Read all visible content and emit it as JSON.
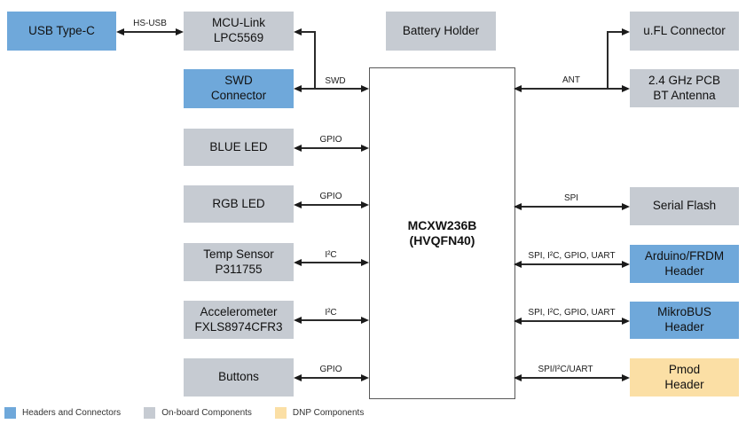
{
  "nodes": {
    "usb_type_c": {
      "label": "USB Type-C",
      "color": "#6fa8da"
    },
    "mcu_link": {
      "label": "MCU-Link\nLPC5569",
      "color": "#c6cbd2"
    },
    "swd_connector": {
      "label": "SWD\nConnector",
      "color": "#6fa8da"
    },
    "blue_led": {
      "label": "BLUE LED",
      "color": "#c6cbd2"
    },
    "rgb_led": {
      "label": "RGB LED",
      "color": "#c6cbd2"
    },
    "temp_sensor": {
      "label": "Temp Sensor\nP311755",
      "color": "#c6cbd2"
    },
    "accelerometer": {
      "label": "Accelerometer\nFXLS8974CFR3",
      "color": "#c6cbd2"
    },
    "buttons": {
      "label": "Buttons",
      "color": "#c6cbd2"
    },
    "battery_holder": {
      "label": "Battery Holder",
      "color": "#c6cbd2"
    },
    "mcu": {
      "label": "MCXW236B\n(HVQFN40)",
      "color": "#ffffff"
    },
    "ufl_connector": {
      "label": "u.FL Connector",
      "color": "#c6cbd2"
    },
    "bt_antenna": {
      "label": "2.4 GHz PCB\nBT Antenna",
      "color": "#c6cbd2"
    },
    "serial_flash": {
      "label": "Serial Flash",
      "color": "#c6cbd2"
    },
    "arduino_header": {
      "label": "Arduino/FRDM\nHeader",
      "color": "#6fa8da"
    },
    "mikrobus_header": {
      "label": "MikroBUS\nHeader",
      "color": "#6fa8da"
    },
    "pmod_header": {
      "label": "Pmod\nHeader",
      "color": "#fbdfa5"
    }
  },
  "edges": {
    "hs_usb": {
      "label": "HS-USB"
    },
    "swd": {
      "label": "SWD"
    },
    "gpio_blue_led": {
      "label": "GPIO"
    },
    "gpio_rgb_led": {
      "label": "GPIO"
    },
    "i2c_temp": {
      "label": "I²C"
    },
    "i2c_accel": {
      "label": "I²C"
    },
    "gpio_buttons": {
      "label": "GPIO"
    },
    "ant": {
      "label": "ANT"
    },
    "spi": {
      "label": "SPI"
    },
    "arduino_bus": {
      "label": "SPI, I²C, GPIO, UART"
    },
    "mikrobus_bus": {
      "label": "SPI, I²C, GPIO, UART"
    },
    "pmod_bus": {
      "label": "SPI/I²C/UART"
    }
  },
  "legend": {
    "items": [
      {
        "label": "Headers and Connectors",
        "color": "#6fa8da"
      },
      {
        "label": "On-board Components",
        "color": "#c6cbd2"
      },
      {
        "label": "DNP Components",
        "color": "#fbdfa5"
      }
    ]
  }
}
